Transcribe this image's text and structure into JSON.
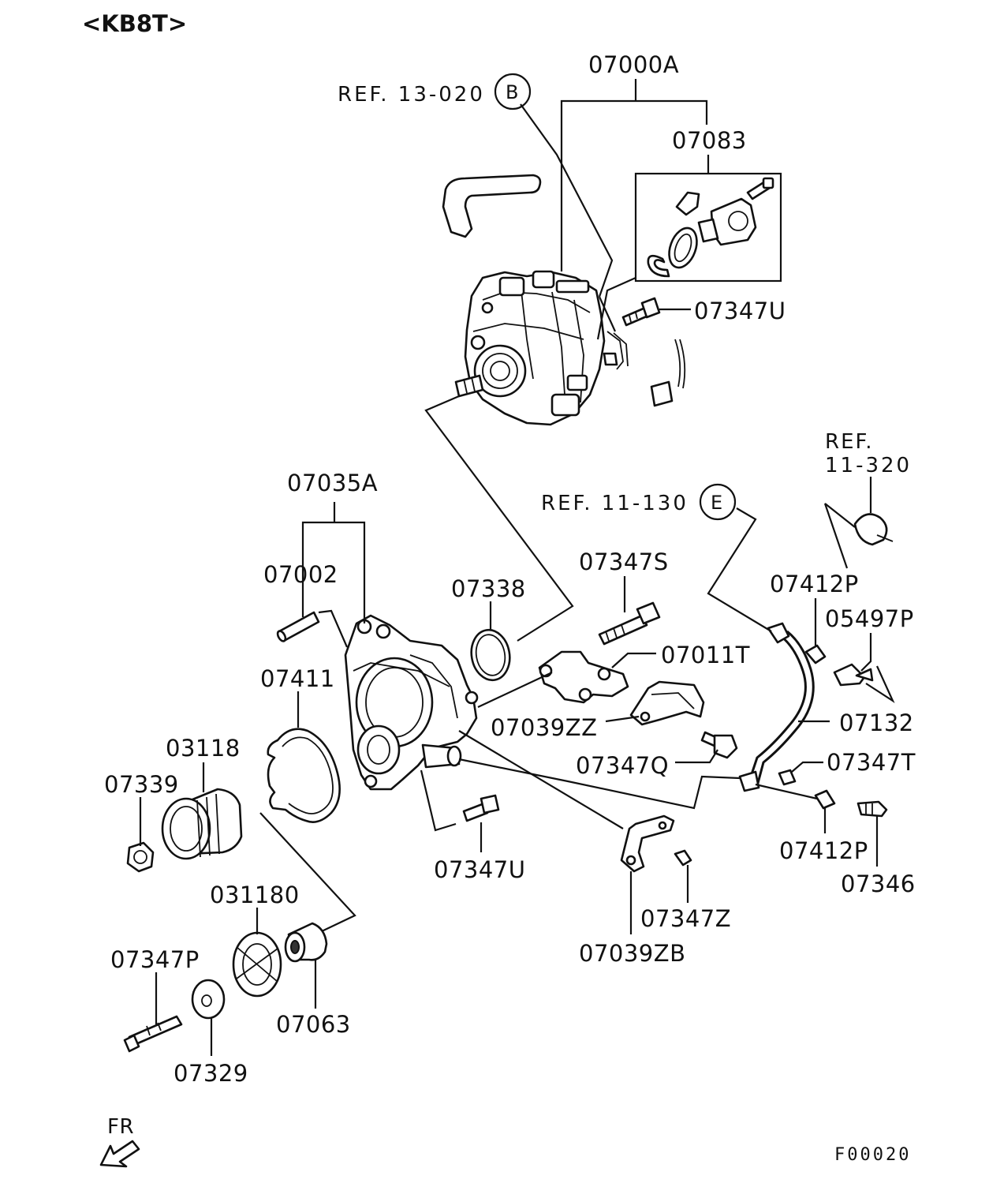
{
  "header": {
    "title": "<KB8T>"
  },
  "refs": {
    "ref_b": {
      "text": "REF. 13-020",
      "circle": "B"
    },
    "ref_e": {
      "text": "REF. 11-130",
      "circle": "E"
    },
    "ref_320_line1": "REF.",
    "ref_320_line2": "11-320"
  },
  "parts": {
    "p07000A": "07000A",
    "p07083": "07083",
    "p07347U_top": "07347U",
    "p07035A": "07035A",
    "p07002": "07002",
    "p07338": "07338",
    "p07347S": "07347S",
    "p07011T": "07011T",
    "p07411": "07411",
    "p07039ZZ": "07039ZZ",
    "p07347Q": "07347Q",
    "p07412P_top": "07412P",
    "p05497P": "05497P",
    "p07132": "07132",
    "p07347T": "07347T",
    "p07412P_bottom": "07412P",
    "p07346": "07346",
    "p03118": "03118",
    "p07339": "07339",
    "p07347U_bottom": "07347U",
    "p031180": "031180",
    "p07347Z": "07347Z",
    "p07039ZB": "07039ZB",
    "p07347P": "07347P",
    "p07063": "07063",
    "p07329": "07329"
  },
  "footer": {
    "fr_label": "FR",
    "figure_code": "F00020"
  },
  "icons": {
    "front_arrow": "fr-arrow-icon"
  }
}
